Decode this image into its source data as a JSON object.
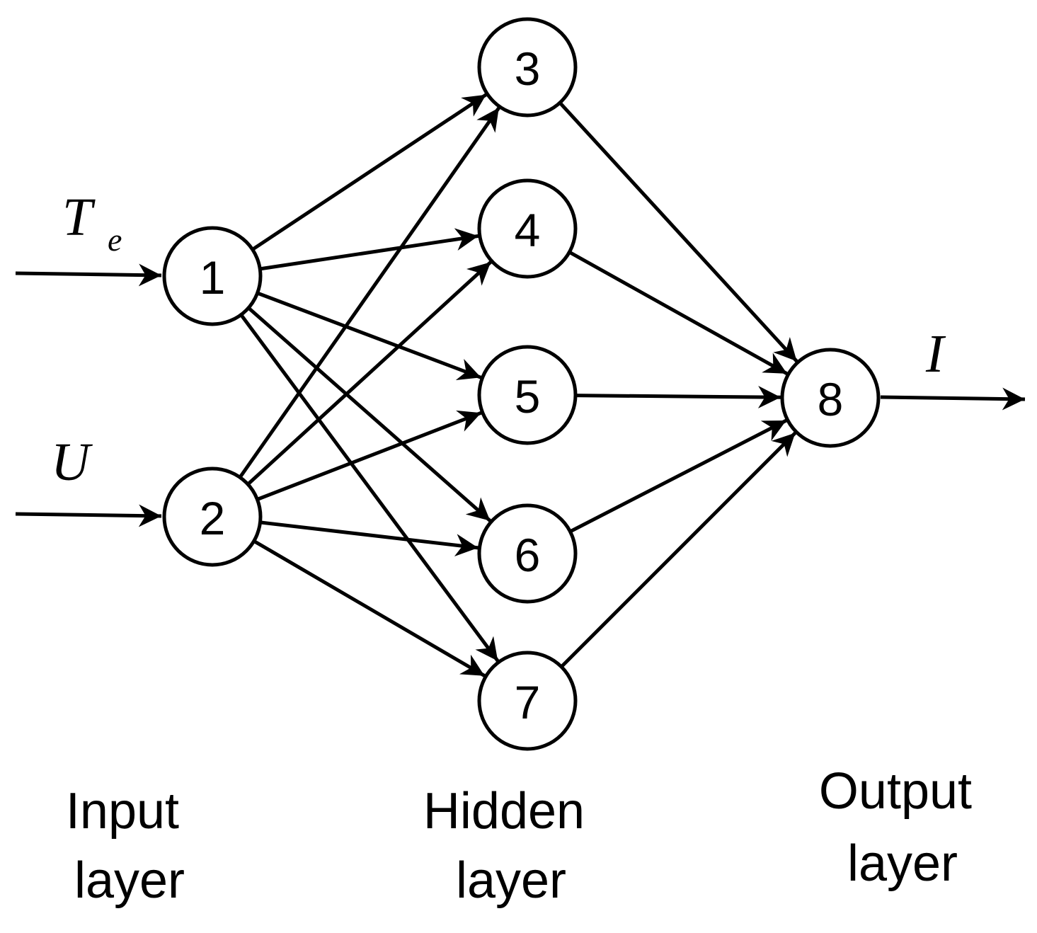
{
  "nodes": [
    {
      "id": "1",
      "label": "1"
    },
    {
      "id": "2",
      "label": "2"
    },
    {
      "id": "3",
      "label": "3"
    },
    {
      "id": "4",
      "label": "4"
    },
    {
      "id": "5",
      "label": "5"
    },
    {
      "id": "6",
      "label": "6"
    },
    {
      "id": "7",
      "label": "7"
    },
    {
      "id": "8",
      "label": "8"
    }
  ],
  "edges": [
    [
      "1",
      "3"
    ],
    [
      "1",
      "4"
    ],
    [
      "1",
      "5"
    ],
    [
      "1",
      "6"
    ],
    [
      "1",
      "7"
    ],
    [
      "2",
      "3"
    ],
    [
      "2",
      "4"
    ],
    [
      "2",
      "5"
    ],
    [
      "2",
      "6"
    ],
    [
      "2",
      "7"
    ],
    [
      "3",
      "8"
    ],
    [
      "4",
      "8"
    ],
    [
      "5",
      "8"
    ],
    [
      "6",
      "8"
    ],
    [
      "7",
      "8"
    ]
  ],
  "inputs": {
    "te": {
      "main": "T",
      "sub": "e",
      "target": "1"
    },
    "u": {
      "main": "U",
      "target": "2"
    }
  },
  "output": {
    "label": "I",
    "source": "8"
  },
  "layers": {
    "input": {
      "line1": "Input",
      "line2": "layer"
    },
    "hidden": {
      "line1": "Hidden",
      "line2": "layer"
    },
    "output": {
      "line1": "Output",
      "line2": "layer"
    }
  },
  "colors": {
    "stroke": "#000000",
    "fill": "#ffffff"
  }
}
